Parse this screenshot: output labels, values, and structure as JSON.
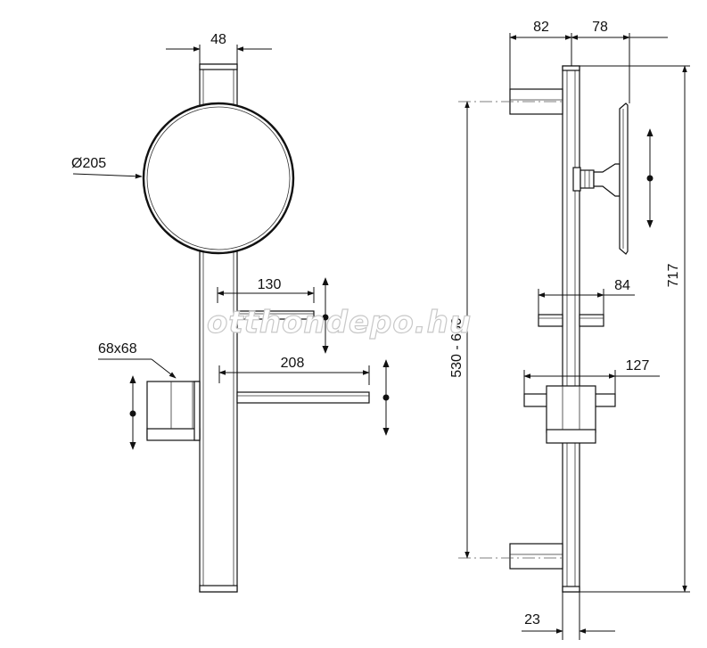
{
  "dimensions": {
    "rail_width": "48",
    "mirror_diameter": "Ø205",
    "small_shelf_length": "130",
    "large_shelf_length": "208",
    "cup_size": "68x68",
    "mount_offset": "82",
    "mirror_offset": "78",
    "small_shelf_depth": "84",
    "cup_holder_depth": "127",
    "mount_spacing": "530 - 630",
    "total_height": "717",
    "rail_profile": "23"
  },
  "watermark": "otthondepo.hu",
  "colors": {
    "line": "#111111",
    "watermark_outline": "#c8c8c8",
    "background": "#ffffff"
  }
}
